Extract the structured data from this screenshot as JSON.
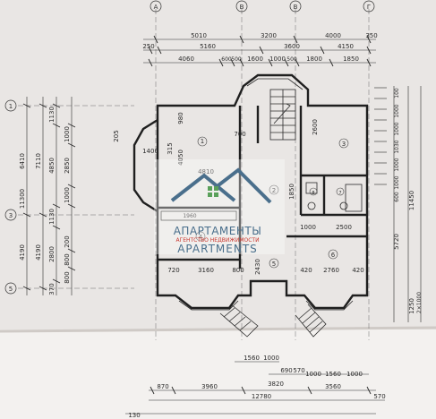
{
  "plan": {
    "axes_top": [
      "A",
      "B",
      "B",
      "Г"
    ],
    "axes_left": [
      "1",
      "3",
      "5"
    ],
    "dims_top_row1": [
      "5010",
      "3200",
      "4000",
      "350"
    ],
    "dims_top_row2": [
      "250",
      "5160",
      "3600",
      "4150"
    ],
    "dims_top_row3": [
      "4060",
      "600",
      "500",
      "1600",
      "1000",
      "500",
      "1800",
      "1850"
    ],
    "dims_left_col1": [
      "6410",
      "11300",
      "4190"
    ],
    "dims_left_col2": [
      "7110",
      "4190"
    ],
    "dims_left_col3": [
      "1130",
      "4850",
      "1130",
      "2800",
      "370"
    ],
    "dims_left_col4": [
      "1000",
      "2850",
      "1000",
      "200",
      "800",
      "800"
    ],
    "dims_right": [
      "100",
      "1000",
      "1000",
      "1030",
      "1000",
      "1000",
      "600",
      "5720",
      "11450",
      "1250",
      "2×1000"
    ],
    "dims_inner": [
      "980",
      "700",
      "2600",
      "1400",
      "315",
      "4050",
      "4810",
      "1850",
      "1000",
      "2500",
      "1960",
      "720",
      "3160",
      "800",
      "2430",
      "420",
      "2760",
      "420"
    ],
    "dims_bottom_row1": [
      "1560",
      "1000"
    ],
    "dims_bottom_row2": [
      "690",
      "570",
      "1000",
      "1560",
      "1000"
    ],
    "dims_bottom_row3": [
      "870",
      "3960",
      "3820",
      "3560"
    ],
    "dims_bottom_total": [
      "12780",
      "570"
    ],
    "dims_bottom_corner": [
      "130"
    ],
    "dims_side": [
      "205"
    ],
    "rooms": [
      "1",
      "2",
      "3",
      "4",
      "5",
      "6",
      "7",
      "8"
    ]
  },
  "watermark": {
    "line1": "АПАРТАМЕНТЫ",
    "line2": "АГЕНТСТВО НЕДВИЖИМОСТИ",
    "line3": "APARTMENTS"
  },
  "colors": {
    "paper": "#e9e6e4",
    "ink": "#2a2a2a",
    "watermark_blue": "#4a6f8c",
    "watermark_red": "#c9342c",
    "watermark_green": "#5aa05a"
  }
}
